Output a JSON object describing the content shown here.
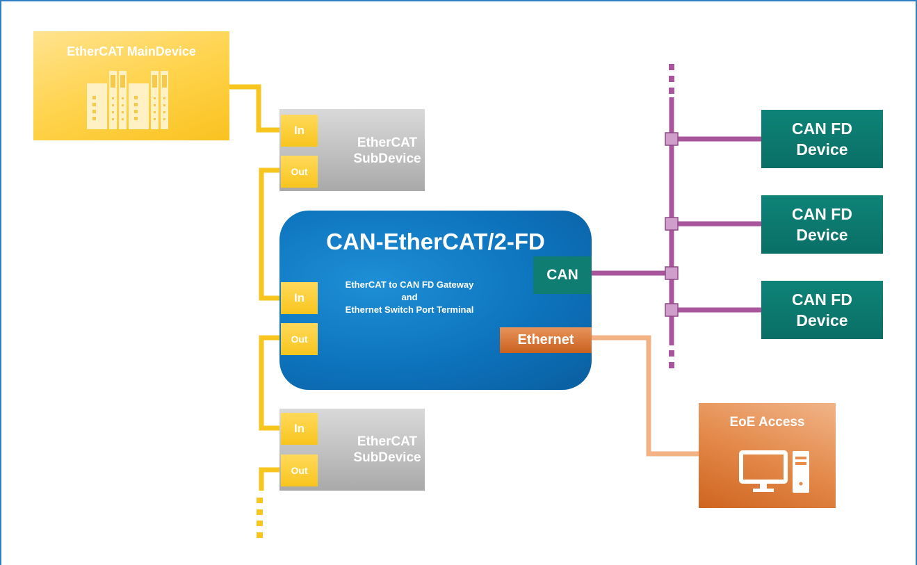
{
  "main_device": {
    "title": "EtherCAT MainDevice",
    "icon": "plc-rack-icon"
  },
  "subdevice_top": {
    "title_line1": "EtherCAT",
    "title_line2": "SubDevice",
    "in": "In",
    "out": "Out"
  },
  "gateway": {
    "title": "CAN-EtherCAT/2-FD",
    "desc_line1": "EtherCAT to CAN FD Gateway",
    "desc_line2": "and",
    "desc_line3": "Ethernet Switch Port Terminal",
    "in": "In",
    "out": "Out",
    "can_port": "CAN",
    "ethernet_port": "Ethernet"
  },
  "subdevice_bottom": {
    "title_line1": "EtherCAT",
    "title_line2": "SubDevice",
    "in": "In",
    "out": "Out"
  },
  "can_devices": [
    {
      "line1": "CAN FD",
      "line2": "Device"
    },
    {
      "line1": "CAN FD",
      "line2": "Device"
    },
    {
      "line1": "CAN FD",
      "line2": "Device"
    }
  ],
  "eoe": {
    "title": "EoE Access",
    "icon": "computer-icon"
  },
  "colors": {
    "ethercat_line": "#f8c51e",
    "can_line": "#a8559c",
    "ethernet_line": "#f2b283",
    "gateway": "#0d73bd",
    "can_device": "#0a6f66",
    "frame": "#2f7fc6"
  }
}
